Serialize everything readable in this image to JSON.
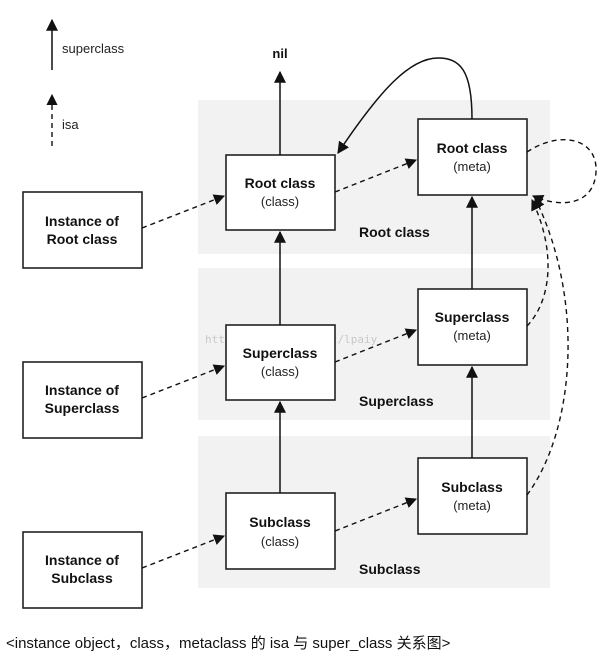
{
  "legend": {
    "superclass_label": "superclass",
    "isa_label": "isa"
  },
  "nil_label": "nil",
  "bands": [
    {
      "label": "Root class"
    },
    {
      "label": "Superclass"
    },
    {
      "label": "Subclass"
    }
  ],
  "instances": [
    {
      "line1": "Instance of",
      "line2": "Root class"
    },
    {
      "line1": "Instance of",
      "line2": "Superclass"
    },
    {
      "line1": "Instance of",
      "line2": "Subclass"
    }
  ],
  "classes": [
    {
      "title": "Root class",
      "sub": "(class)"
    },
    {
      "title": "Superclass",
      "sub": "(class)"
    },
    {
      "title": "Subclass",
      "sub": "(class)"
    }
  ],
  "metas": [
    {
      "title": "Root class",
      "sub": "(meta)"
    },
    {
      "title": "Superclass",
      "sub": "(meta)"
    },
    {
      "title": "Subclass",
      "sub": "(meta)"
    }
  ],
  "watermark": "http://blog.csdn.net/lpaiy",
  "caption": "<instance object，class，metaclass 的 isa 与 super_class 关系图>",
  "colors": {
    "band_fill": "#f2f2f2",
    "box_stroke": "#222222",
    "arrow": "#111111"
  }
}
